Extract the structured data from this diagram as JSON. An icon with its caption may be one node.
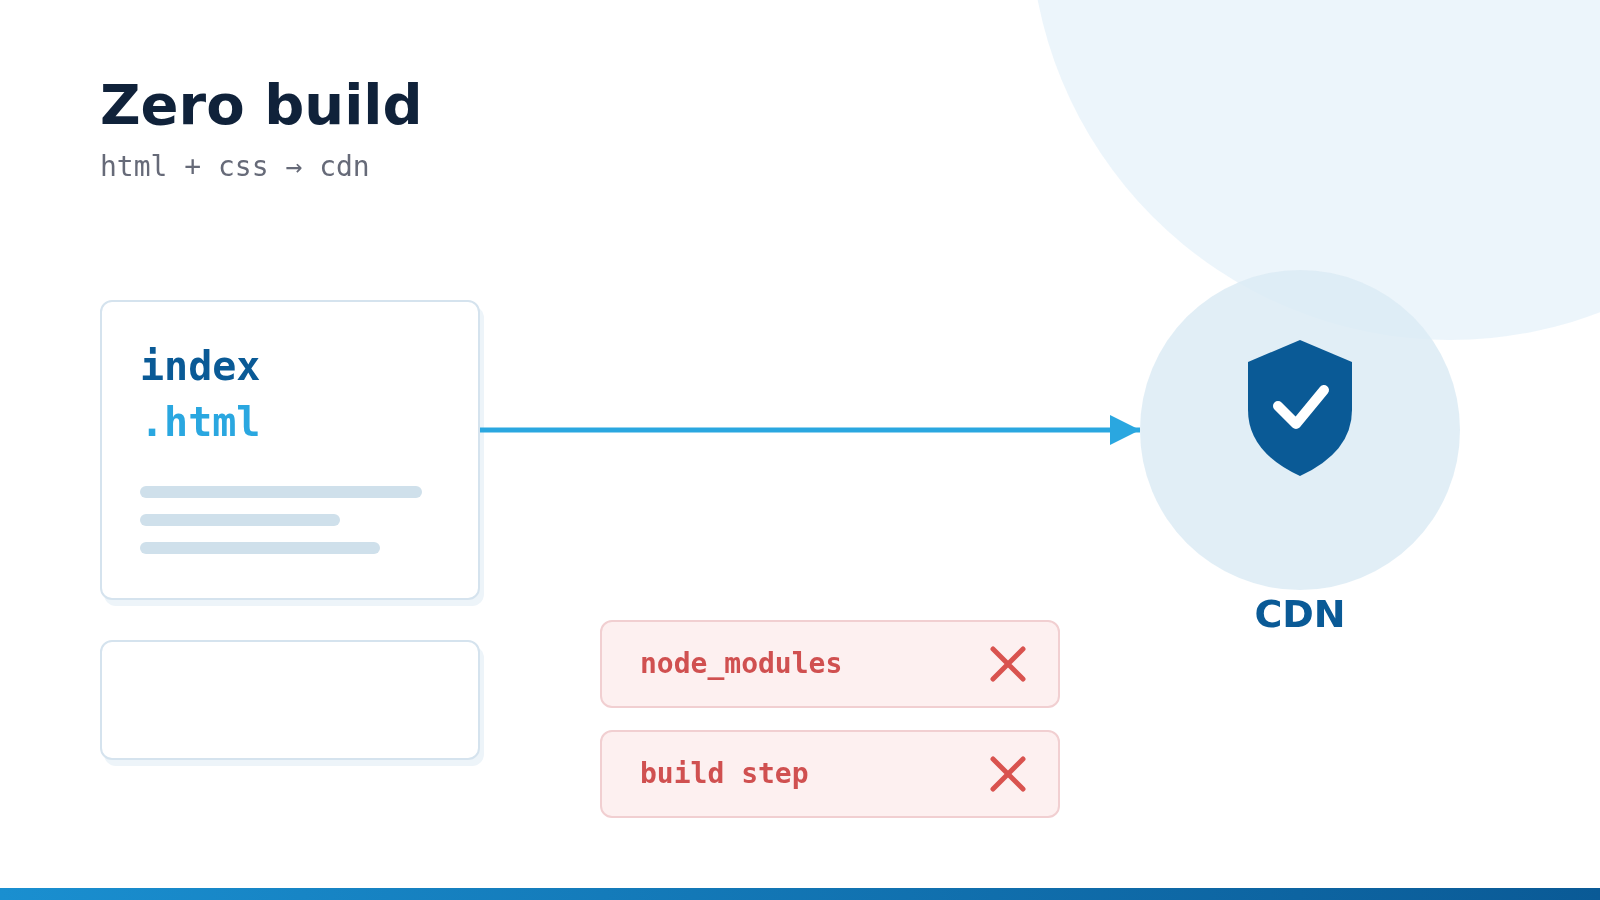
{
  "diagram": {
    "title": "Zero build",
    "nodes": [
      {
        "text": [
          "index",
          ".html"
        ]
      },
      {
        "text": [],
        "shape": "box"
      },
      {
        "text": [
          "CDN"
        ]
      },
      {
        "text": [
          "node_modules"
        ]
      },
      {
        "text": [
          "build step"
        ]
      }
    ],
    "edges": [
      {
        "from": 0,
        "to": 2,
        "arrow": "to"
      }
    ],
    "labels": [
      "html + css → cdn"
    ]
  }
}
